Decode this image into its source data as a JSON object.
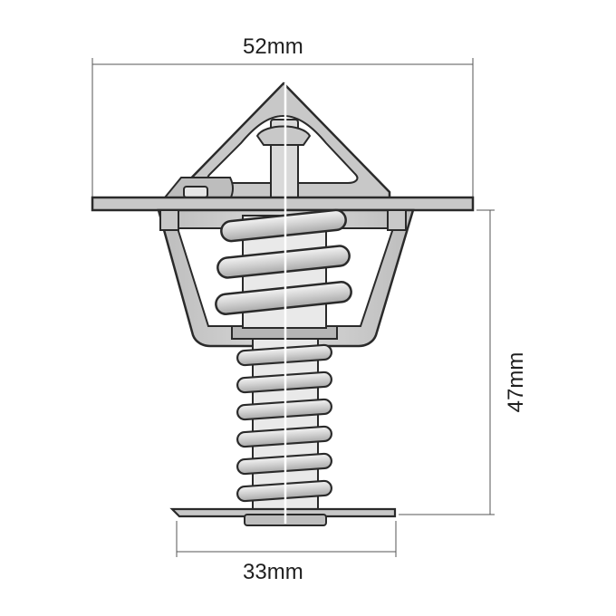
{
  "dimensions": {
    "top_width": "52mm",
    "height": "47mm",
    "bottom_width": "33mm"
  },
  "colors": {
    "outline": "#2a2a2a",
    "metal_fill": "#c8c8c8",
    "light_metal": "#e9e9e9",
    "dimension_line": "#555555",
    "centerline": "#ffffff"
  }
}
